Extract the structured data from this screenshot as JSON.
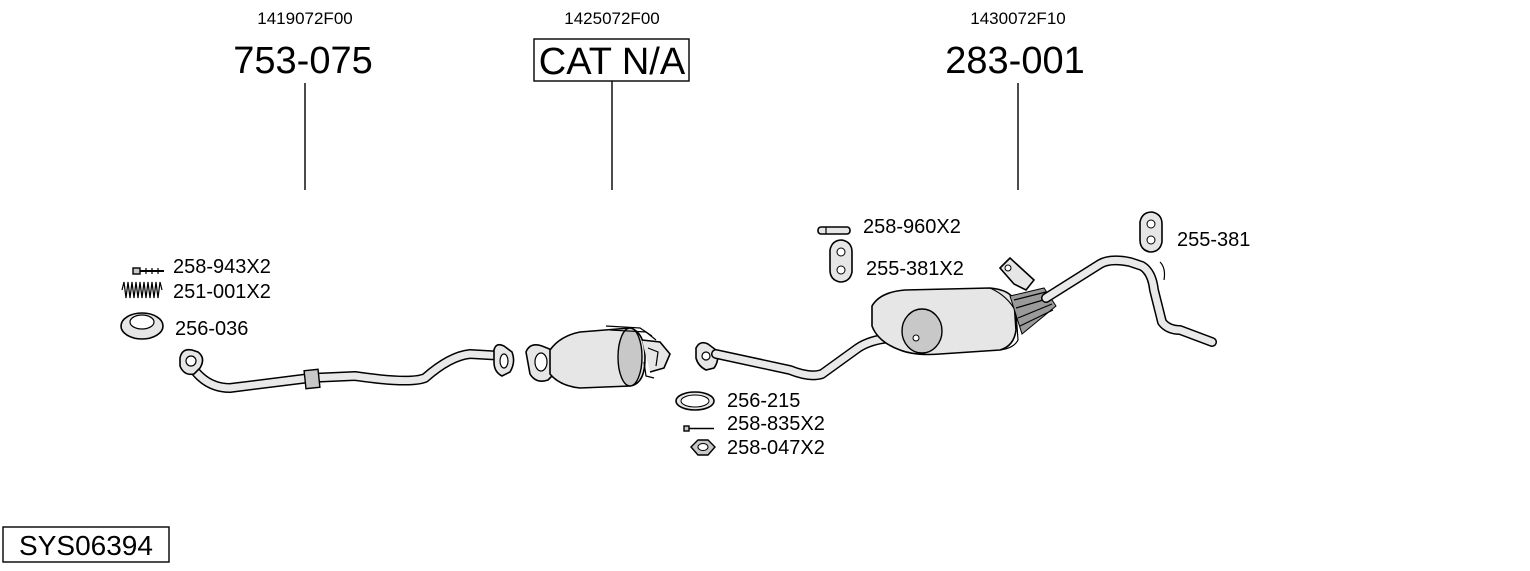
{
  "assemblies": [
    {
      "oem": "1419072F00",
      "part": "753-075",
      "boxed": false
    },
    {
      "oem": "1425072F00",
      "part": "CAT N/A",
      "boxed": true
    },
    {
      "oem": "1430072F10",
      "part": "283-001",
      "boxed": false
    }
  ],
  "hardware": [
    {
      "label": "258-943X2",
      "icon": "bolt-icon"
    },
    {
      "label": "251-001X2",
      "icon": "spring-icon"
    },
    {
      "label": "256-036",
      "icon": "gasket-ring-icon"
    },
    {
      "label": "258-960X2",
      "icon": "pin-icon"
    },
    {
      "label": "255-381X2",
      "icon": "rubber-hanger-icon"
    },
    {
      "label": "255-381",
      "icon": "rubber-hanger-icon"
    },
    {
      "label": "256-215",
      "icon": "gasket-ring-icon"
    },
    {
      "label": "258-835X2",
      "icon": "bolt-icon"
    },
    {
      "label": "258-047X2",
      "icon": "nut-icon"
    }
  ],
  "system_code": "SYS06394"
}
